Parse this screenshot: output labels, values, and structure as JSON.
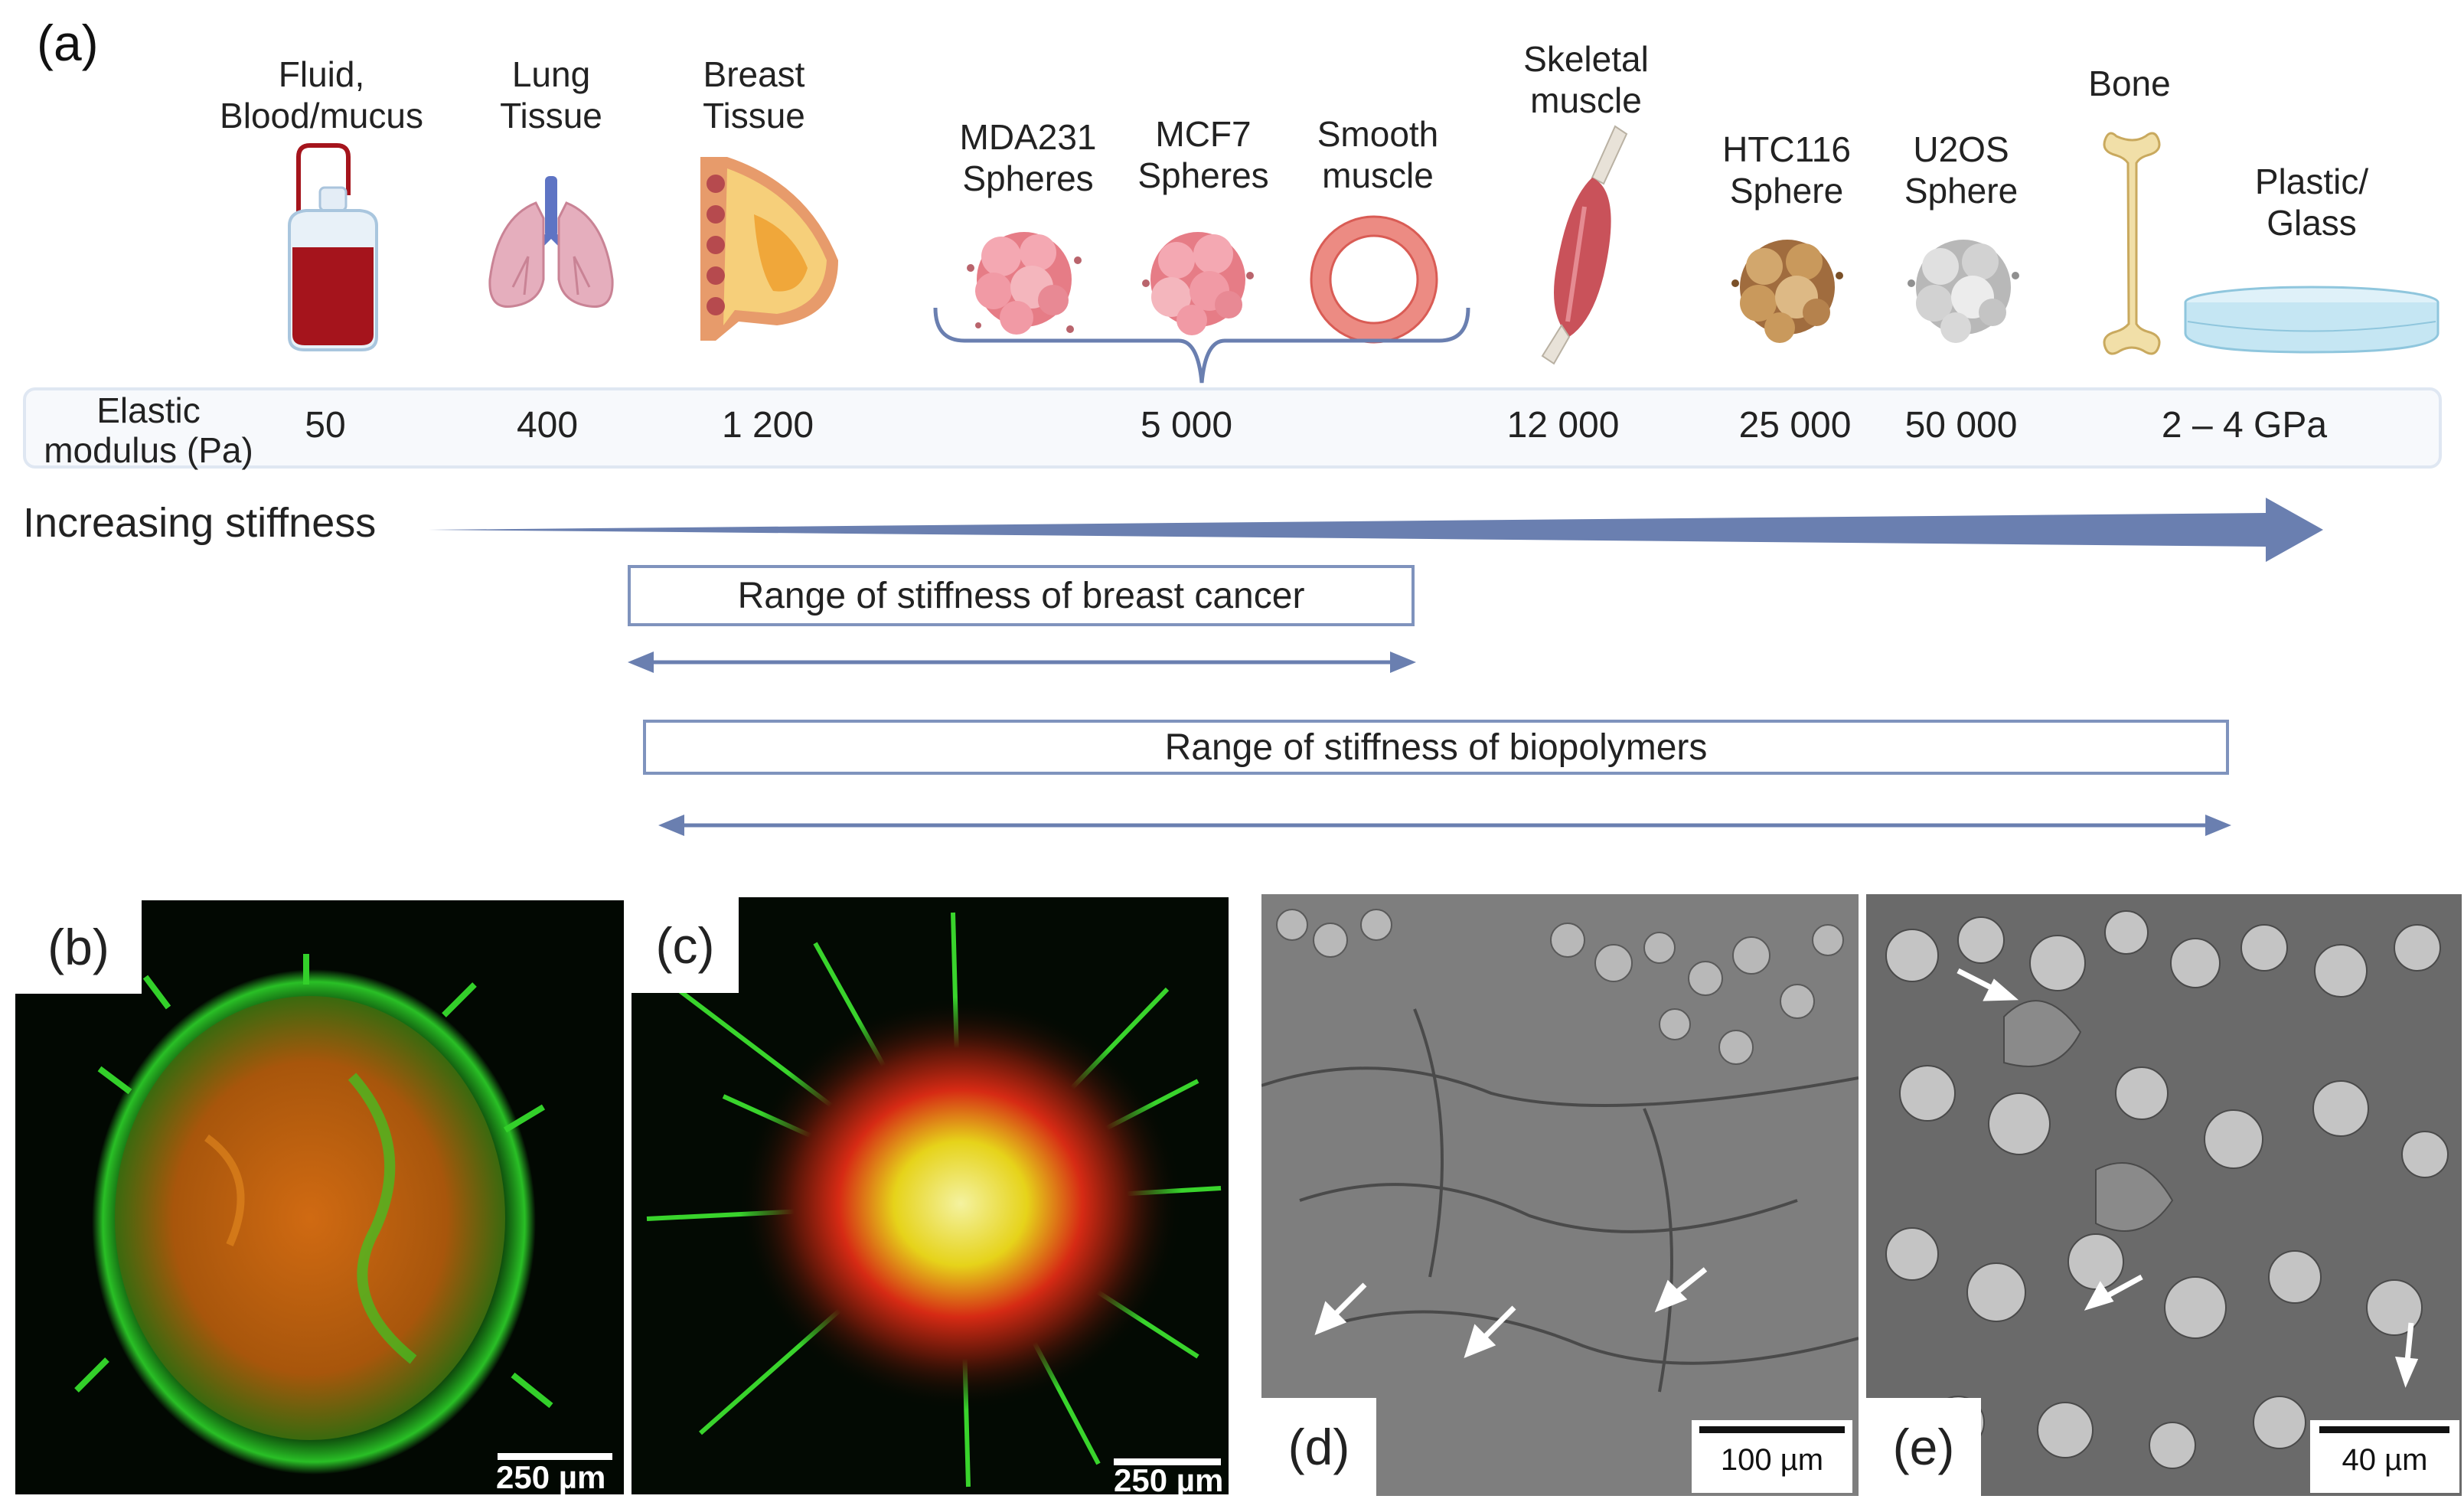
{
  "panel_a": {
    "label": "(a)",
    "categories": [
      {
        "id": "fluid",
        "label_line1": "Fluid,",
        "label_line2": "Blood/mucus",
        "modulus": "50",
        "icon": "blood-bag-icon"
      },
      {
        "id": "lung",
        "label_line1": "Lung",
        "label_line2": "Tissue",
        "modulus": "400",
        "icon": "lungs-icon"
      },
      {
        "id": "breast",
        "label_line1": "Breast",
        "label_line2": "Tissue",
        "modulus": "1 200",
        "icon": "breast-tissue-icon"
      },
      {
        "id": "mda231",
        "label_line1": "MDA231",
        "label_line2": "Spheres",
        "icon": "spheroid-pink-icon"
      },
      {
        "id": "mcf7",
        "label_line1": "MCF7",
        "label_line2": "Spheres",
        "icon": "spheroid-pink-icon"
      },
      {
        "id": "smooth",
        "label_line1": "Smooth",
        "label_line2": "muscle",
        "icon": "smooth-muscle-ring-icon"
      },
      {
        "id": "skeletal",
        "label_line1": "Skeletal",
        "label_line2": "muscle",
        "modulus": "12 000",
        "icon": "skeletal-muscle-icon"
      },
      {
        "id": "htc116",
        "label_line1": "HTC116",
        "label_line2": "Sphere",
        "modulus": "25 000",
        "icon": "spheroid-brown-icon"
      },
      {
        "id": "u2os",
        "label_line1": "U2OS",
        "label_line2": "Sphere",
        "modulus": "50 000",
        "icon": "spheroid-grey-icon"
      },
      {
        "id": "bone",
        "label_line1": "Bone",
        "label_line2": "",
        "icon": "bone-icon"
      },
      {
        "id": "plastic",
        "label_line1": "Plastic/",
        "label_line2": "Glass",
        "icon": "petri-dish-icon"
      }
    ],
    "grouped_modulus": "5 000",
    "bone_plastic_modulus": "2 – 4 GPa",
    "modulus_label_line1": "Elastic",
    "modulus_label_line2": "modulus (Pa)",
    "stiffness_arrow_label": "Increasing stiffness",
    "range_breast_cancer": "Range of stiffness of breast cancer",
    "range_biopolymers": "Range of stiffness of biopolymers",
    "colors": {
      "arrow": "#6a7fb0",
      "range_border": "#7f93bd",
      "blood": "#a5141c",
      "muscle": "#c9525a"
    }
  },
  "panel_b": {
    "label": "(b)",
    "scale": "250 µm"
  },
  "panel_c": {
    "label": "(c)",
    "scale": "250 µm"
  },
  "panel_d": {
    "label": "(d)",
    "scale": "100 µm"
  },
  "panel_e": {
    "label": "(e)",
    "scale": "40 µm"
  }
}
